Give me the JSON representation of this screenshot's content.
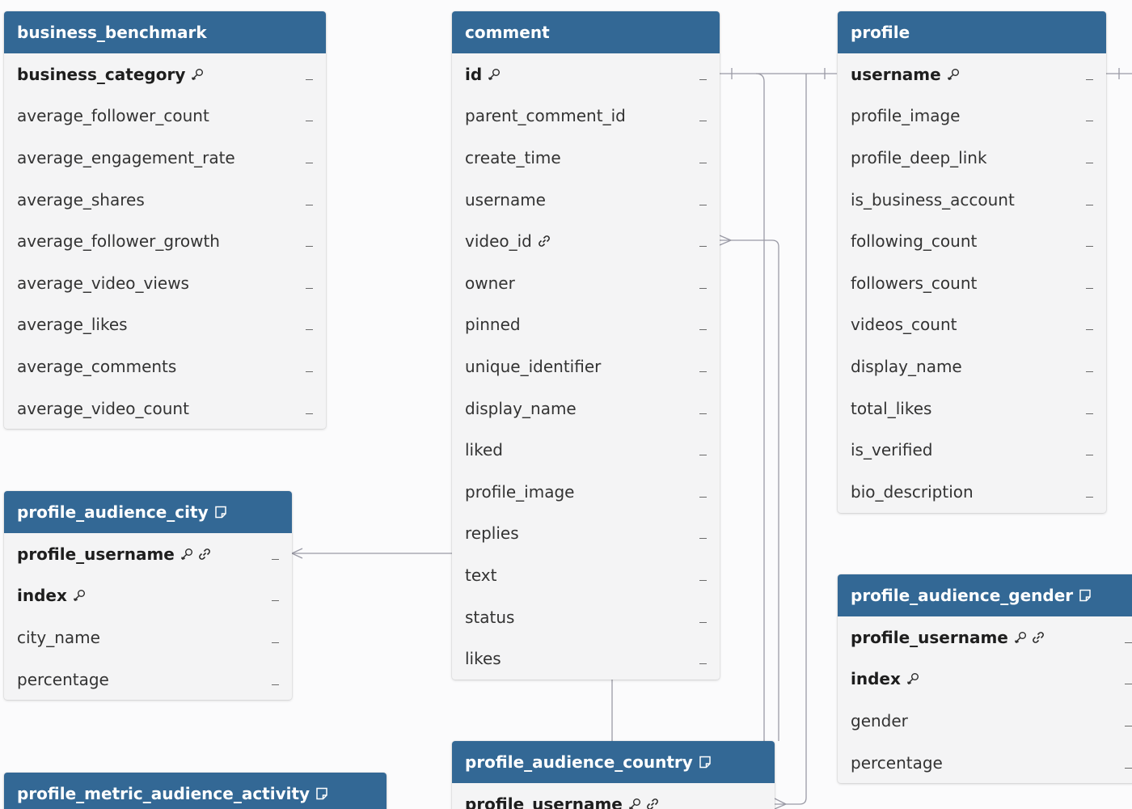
{
  "colors": {
    "header": "#336895",
    "header_text": "#ffffff",
    "body": "#f4f4f5",
    "canvas": "#fbfbfc",
    "link": "#9a9aa5"
  },
  "tables": [
    {
      "id": "business_benchmark",
      "title": "business_benchmark",
      "note": false,
      "columns": [
        {
          "name": "business_category",
          "pk": true,
          "fk": false
        },
        {
          "name": "average_follower_count",
          "pk": false,
          "fk": false
        },
        {
          "name": "average_engagement_rate",
          "pk": false,
          "fk": false
        },
        {
          "name": "average_shares",
          "pk": false,
          "fk": false
        },
        {
          "name": "average_follower_growth",
          "pk": false,
          "fk": false
        },
        {
          "name": "average_video_views",
          "pk": false,
          "fk": false
        },
        {
          "name": "average_likes",
          "pk": false,
          "fk": false
        },
        {
          "name": "average_comments",
          "pk": false,
          "fk": false
        },
        {
          "name": "average_video_count",
          "pk": false,
          "fk": false
        }
      ]
    },
    {
      "id": "comment",
      "title": "comment",
      "note": false,
      "columns": [
        {
          "name": "id",
          "pk": true,
          "fk": false
        },
        {
          "name": "parent_comment_id",
          "pk": false,
          "fk": false
        },
        {
          "name": "create_time",
          "pk": false,
          "fk": false
        },
        {
          "name": "username",
          "pk": false,
          "fk": false
        },
        {
          "name": "video_id",
          "pk": false,
          "fk": true
        },
        {
          "name": "owner",
          "pk": false,
          "fk": false
        },
        {
          "name": "pinned",
          "pk": false,
          "fk": false
        },
        {
          "name": "unique_identifier",
          "pk": false,
          "fk": false
        },
        {
          "name": "display_name",
          "pk": false,
          "fk": false
        },
        {
          "name": "liked",
          "pk": false,
          "fk": false
        },
        {
          "name": "profile_image",
          "pk": false,
          "fk": false
        },
        {
          "name": "replies",
          "pk": false,
          "fk": false
        },
        {
          "name": "text",
          "pk": false,
          "fk": false
        },
        {
          "name": "status",
          "pk": false,
          "fk": false
        },
        {
          "name": "likes",
          "pk": false,
          "fk": false
        }
      ]
    },
    {
      "id": "profile",
      "title": "profile",
      "note": false,
      "columns": [
        {
          "name": "username",
          "pk": true,
          "fk": false
        },
        {
          "name": "profile_image",
          "pk": false,
          "fk": false
        },
        {
          "name": "profile_deep_link",
          "pk": false,
          "fk": false
        },
        {
          "name": "is_business_account",
          "pk": false,
          "fk": false
        },
        {
          "name": "following_count",
          "pk": false,
          "fk": false
        },
        {
          "name": "followers_count",
          "pk": false,
          "fk": false
        },
        {
          "name": "videos_count",
          "pk": false,
          "fk": false
        },
        {
          "name": "display_name",
          "pk": false,
          "fk": false
        },
        {
          "name": "total_likes",
          "pk": false,
          "fk": false
        },
        {
          "name": "is_verified",
          "pk": false,
          "fk": false
        },
        {
          "name": "bio_description",
          "pk": false,
          "fk": false
        }
      ]
    },
    {
      "id": "profile_audience_city",
      "title": "profile_audience_city",
      "note": true,
      "columns": [
        {
          "name": "profile_username",
          "pk": true,
          "fk": true
        },
        {
          "name": "index",
          "pk": true,
          "fk": false
        },
        {
          "name": "city_name",
          "pk": false,
          "fk": false
        },
        {
          "name": "percentage",
          "pk": false,
          "fk": false
        }
      ]
    },
    {
      "id": "profile_audience_gender",
      "title": "profile_audience_gender",
      "note": true,
      "columns": [
        {
          "name": "profile_username",
          "pk": true,
          "fk": true
        },
        {
          "name": "index",
          "pk": true,
          "fk": false
        },
        {
          "name": "gender",
          "pk": false,
          "fk": false
        },
        {
          "name": "percentage",
          "pk": false,
          "fk": false
        }
      ]
    },
    {
      "id": "profile_audience_country",
      "title": "profile_audience_country",
      "note": true,
      "columns": [
        {
          "name": "profile_username",
          "pk": true,
          "fk": true
        }
      ]
    },
    {
      "id": "profile_metric_audience_activity",
      "title": "profile_metric_audience_activity",
      "note": true,
      "columns": []
    }
  ]
}
